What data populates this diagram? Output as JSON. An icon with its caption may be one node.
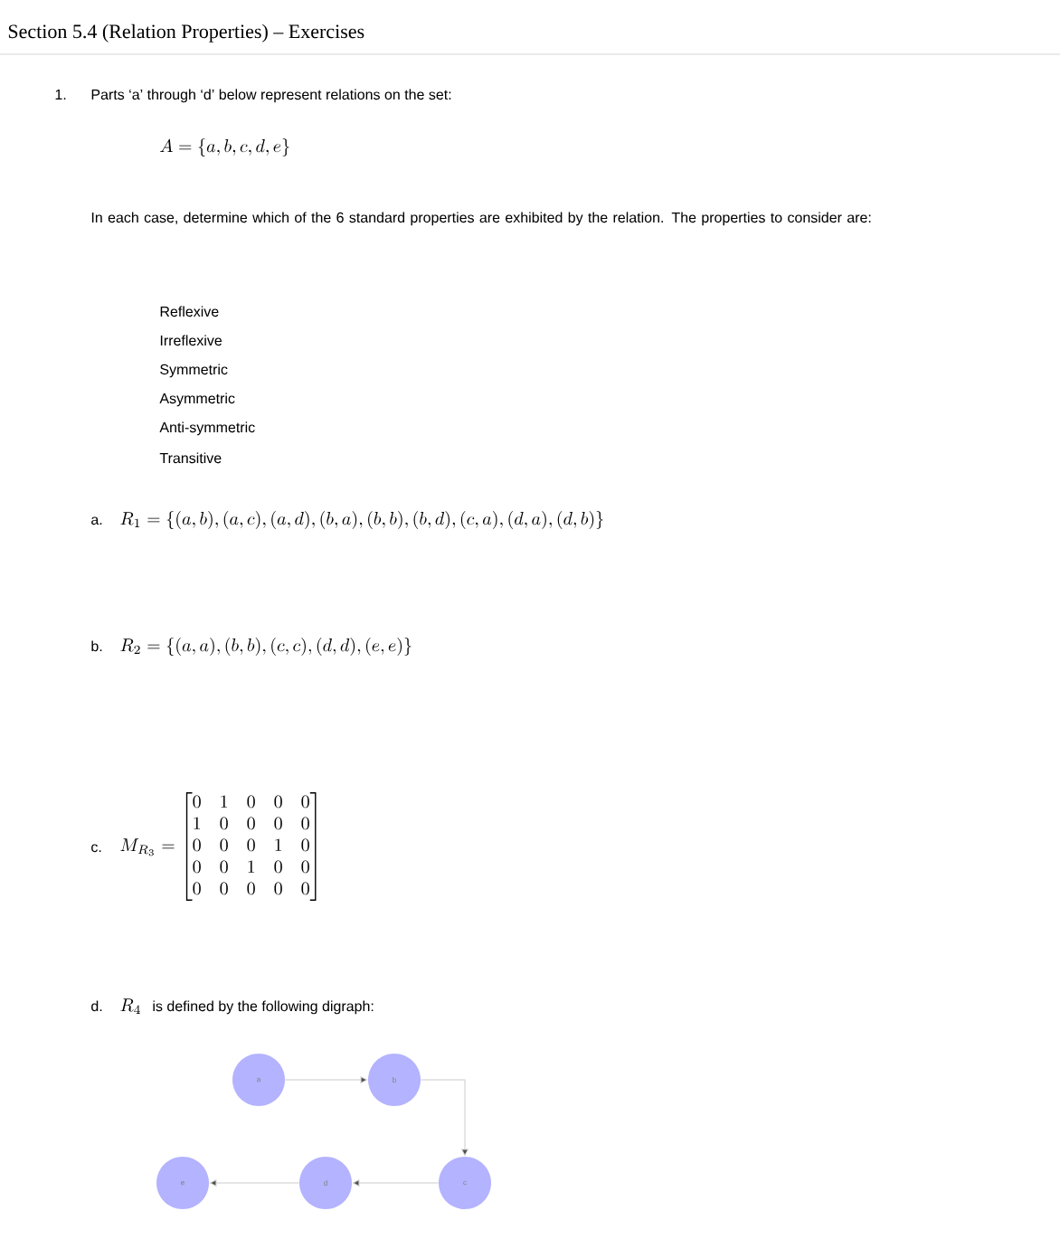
{
  "diagram": {
    "title": "Section 5.4 (Relation Properties) – Exercises",
    "nodes": [
      {
        "text": [
          "a"
        ]
      },
      {
        "text": [
          "b"
        ]
      },
      {
        "text": [
          "e"
        ]
      },
      {
        "text": [
          "d"
        ]
      },
      {
        "text": [
          "c"
        ]
      }
    ],
    "edges": [
      {
        "from": 0,
        "to": 1,
        "arrow": "to"
      },
      {
        "from": 1,
        "to": 4,
        "arrow": "to"
      },
      {
        "from": 4,
        "to": 3,
        "arrow": "to"
      },
      {
        "from": 3,
        "to": 2,
        "arrow": "to"
      }
    ],
    "labels": [
      "1.",
      "Parts ‘a’ through ‘d’ below represent relations on the set:",
      "A=\\{a,b,c,d,e\\}",
      "In each case, determine which of the 6 standard properties are exhibited by the relation. The properties to consider are:",
      "Reflexive",
      "Irreflexive",
      "Symmetric",
      "Asymmetric",
      "Anti-symmetric",
      "Transitive",
      "a.",
      "R_1=\\{(a,b),(a,c),(a,d),(b,a),(b,b),(b,d),(c,a),(d,a),(d,b)\\}",
      "b.",
      "R_2=\\{(a,a),(b,b),(c,c),(d,d),(e,e)\\}",
      "c.",
      "M_{R_3}=\\begin{bmatrix}0&1&0&0&0\\\\1&0&0&0&0\\\\0&0&0&1&0\\\\0&0&1&0&0\\\\0&0&0&0&0\\end{bmatrix}",
      "d.",
      "R_4",
      "is defined by the following digraph:"
    ]
  }
}
